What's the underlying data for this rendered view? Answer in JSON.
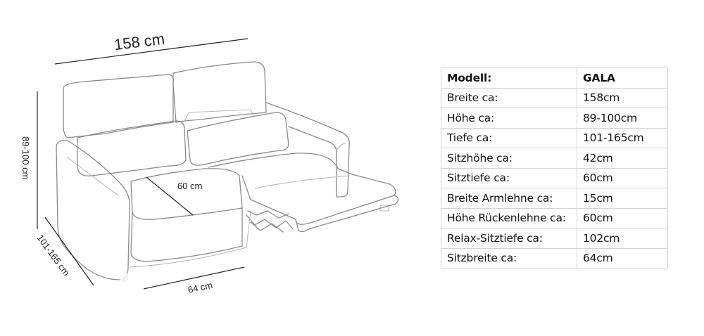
{
  "dimensions": {
    "width": "158 cm",
    "height": "89-100 cm",
    "depth": "101-165 cm",
    "seat_depth": "60 cm",
    "seat_width": "64 cm"
  },
  "spec_table": {
    "header": {
      "label": "Modell:",
      "value": "GALA"
    },
    "rows": [
      {
        "label": "Breite ca:",
        "value": "158cm"
      },
      {
        "label": "Höhe ca:",
        "value": "89-100cm"
      },
      {
        "label": "Tiefe ca:",
        "value": "101-165cm"
      },
      {
        "label": "Sitzhöhe ca:",
        "value": "42cm"
      },
      {
        "label": "Sitztiefe ca:",
        "value": "60cm"
      },
      {
        "label": "Breite Armlehne ca:",
        "value": "15cm"
      },
      {
        "label": "Höhe Rückenlehne ca:",
        "value": "60cm"
      },
      {
        "label": "Relax-Sitztiefe ca:",
        "value": "102cm"
      },
      {
        "label": "Sitzbreite ca:",
        "value": "64cm"
      }
    ]
  }
}
